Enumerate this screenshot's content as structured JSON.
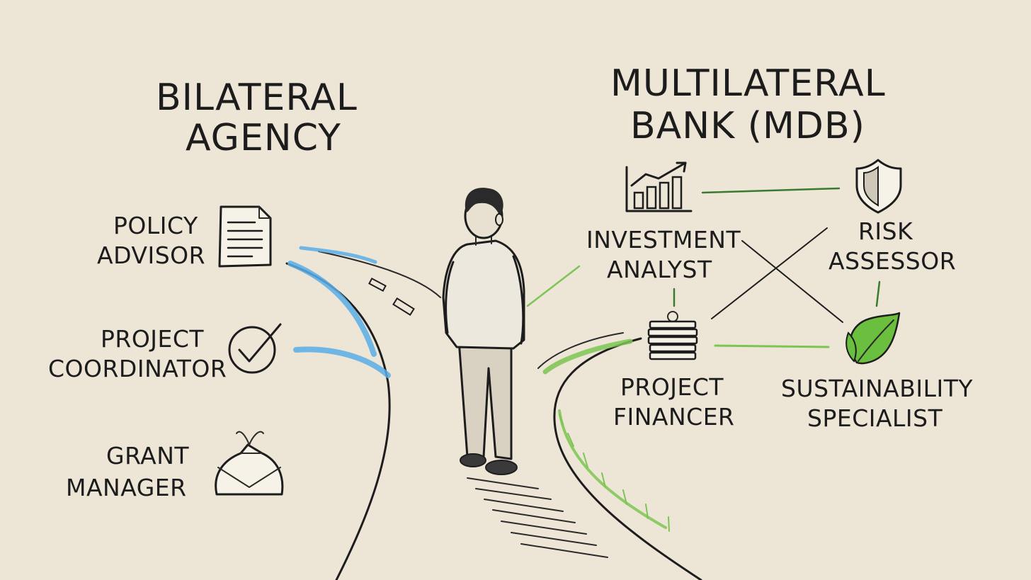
{
  "colors": {
    "paper": "#ede6d7",
    "ink": "#1d1d1d",
    "bilateral_accent": "#5aaee8",
    "mdb_accent": "#7cc552",
    "leaf": "#6bbf3f"
  },
  "bilateral": {
    "title_line1": "BILATERAL",
    "title_line2": "AGENCY",
    "roles": [
      {
        "line1": "POLICY",
        "line2": "ADVISOR",
        "icon": "document-icon"
      },
      {
        "line1": "PROJECT",
        "line2": "COORDINATOR",
        "icon": "checkmark-circle-icon"
      },
      {
        "line1": "GRANT",
        "line2": "MANAGER",
        "icon": "money-bag-icon"
      }
    ]
  },
  "mdb": {
    "title_line1": "MULTILATERAL",
    "title_line2": "BANK (MDB)",
    "roles": [
      {
        "line1": "INVESTMENT",
        "line2": "ANALYST",
        "icon": "bar-chart-icon"
      },
      {
        "line1": "RISK",
        "line2": "ASSESSOR",
        "icon": "shield-icon"
      },
      {
        "line1": "PROJECT",
        "line2": "FINANCER",
        "icon": "coin-stack-icon"
      },
      {
        "line1": "SUSTAINABILITY",
        "line2": "SPECIALIST",
        "icon": "leaf-icon"
      }
    ]
  }
}
